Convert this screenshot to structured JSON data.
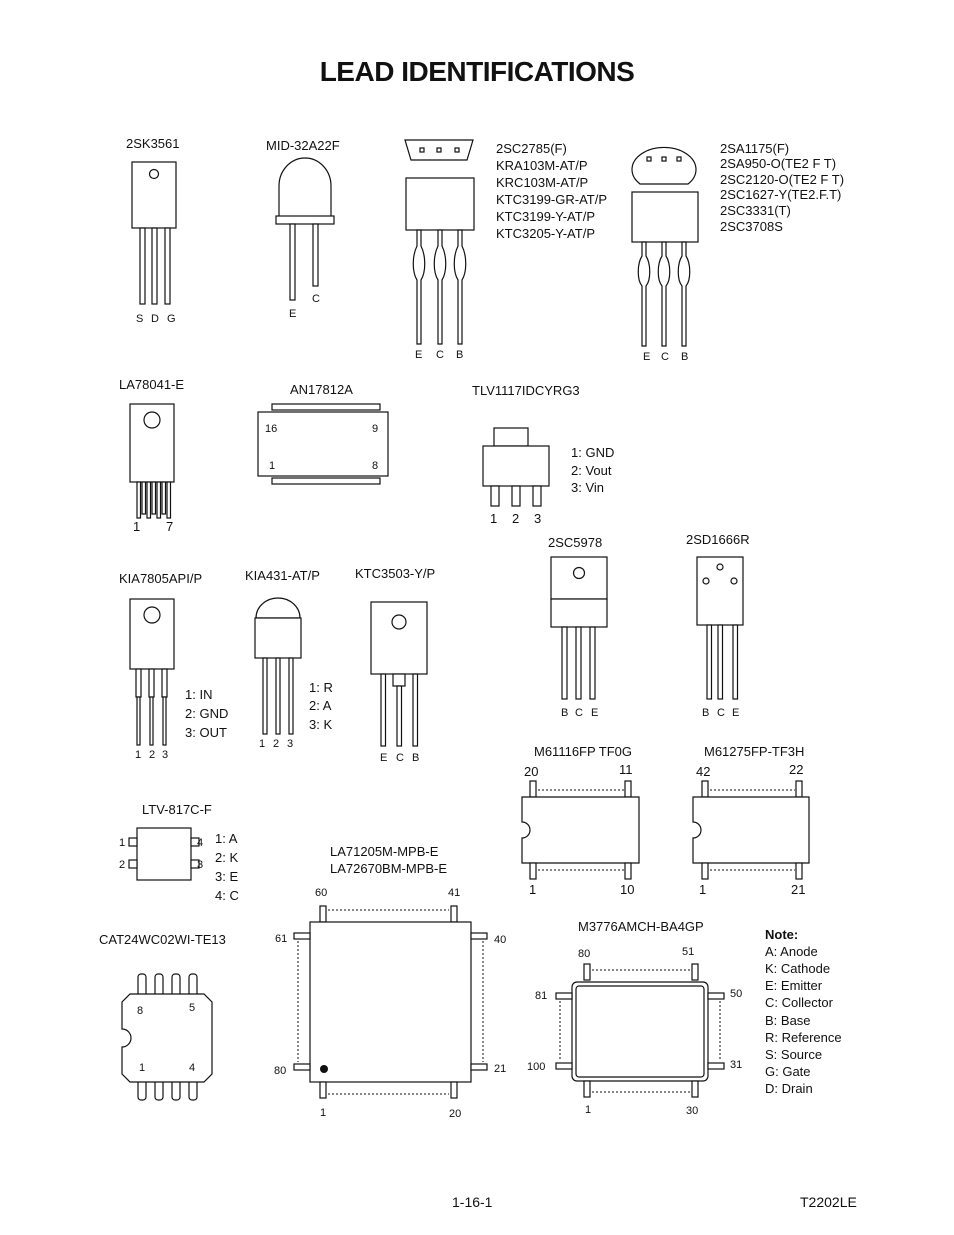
{
  "title": "LEAD IDENTIFICATIONS",
  "parts": {
    "p2sk3561": {
      "name": "2SK3561",
      "pins": [
        "S",
        "D",
        "G"
      ]
    },
    "mid32a22f": {
      "name": "MID-32A22F",
      "pin_e": "E",
      "pin_c": "C"
    },
    "group1": {
      "names": [
        "2SC2785(F)",
        "KRA103M-AT/P",
        "KRC103M-AT/P",
        "KTC3199-GR-AT/P",
        "KTC3199-Y-AT/P",
        "KTC3205-Y-AT/P"
      ],
      "pins": [
        "E",
        "C",
        "B"
      ]
    },
    "group2": {
      "names": [
        "2SA1175(F)",
        "2SA950-O(TE2 F T)",
        "2SC2120-O(TE2 F T)",
        "2SC1627-Y(TE2.F.T)",
        "2SC3331(T)",
        "2SC3708S"
      ],
      "pins": [
        "E",
        "C",
        "B"
      ]
    },
    "la78041": {
      "name": "LA78041-E",
      "pin_first": "1",
      "pin_last": "7"
    },
    "an17812a": {
      "name": "AN17812A",
      "p16": "16",
      "p9": "9",
      "p1": "1",
      "p8": "8"
    },
    "tlv1117": {
      "name": "TLV1117IDCYRG3",
      "legend": [
        "1: GND",
        "2: Vout",
        "3: Vin"
      ],
      "pins": [
        "1",
        "2",
        "3"
      ]
    },
    "p2sc5978": {
      "name": "2SC5978",
      "pins": [
        "B",
        "C",
        "E"
      ]
    },
    "p2sd1666r": {
      "name": "2SD1666R",
      "pins": [
        "B",
        "C",
        "E"
      ]
    },
    "kia7805": {
      "name": "KIA7805API/P",
      "legend": [
        "1:  IN",
        "2:  GND",
        "3:  OUT"
      ],
      "pins": [
        "1",
        "2",
        "3"
      ]
    },
    "kia431": {
      "name": "KIA431-AT/P",
      "legend": [
        "1:  R",
        "2:  A",
        "3:  K"
      ],
      "pins": [
        "1",
        "2",
        "3"
      ]
    },
    "ktc3503": {
      "name": "KTC3503-Y/P",
      "pins": [
        "E",
        "C",
        "B"
      ]
    },
    "m61116": {
      "name": "M61116FP TF0G",
      "p20": "20",
      "p11": "11",
      "p1": "1",
      "p10": "10"
    },
    "m61275": {
      "name": "M61275FP-TF3H",
      "p42": "42",
      "p22": "22",
      "p1": "1",
      "p21": "21"
    },
    "ltv817": {
      "name": "LTV-817C-F",
      "legend": [
        "1:  A",
        "2:  K",
        "3:  E",
        "4:  C"
      ],
      "p1": "1",
      "p2": "2",
      "p3": "3",
      "p4": "4"
    },
    "la71205": {
      "names": [
        "LA71205M-MPB-E",
        "LA72670BM-MPB-E"
      ],
      "p60": "60",
      "p41": "41",
      "p61": "61",
      "p40": "40",
      "p80": "80",
      "p21": "21",
      "p1": "1",
      "p20": "20"
    },
    "cat24": {
      "name": "CAT24WC02WI-TE13",
      "p8": "8",
      "p5": "5",
      "p1": "1",
      "p4": "4"
    },
    "m3776": {
      "name": "M3776AMCH-BA4GP",
      "p80": "80",
      "p51": "51",
      "p81": "81",
      "p50": "50",
      "p100": "100",
      "p31": "31",
      "p1": "1",
      "p30": "30"
    }
  },
  "note": {
    "title": "Note:",
    "items": [
      "A:  Anode",
      "K:  Cathode",
      "E:  Emitter",
      "C:  Collector",
      "B:  Base",
      "R:  Reference",
      "S:  Source",
      "G:  Gate",
      "D:  Drain"
    ]
  },
  "footer": {
    "page": "1-16-1",
    "code": "T2202LE"
  }
}
